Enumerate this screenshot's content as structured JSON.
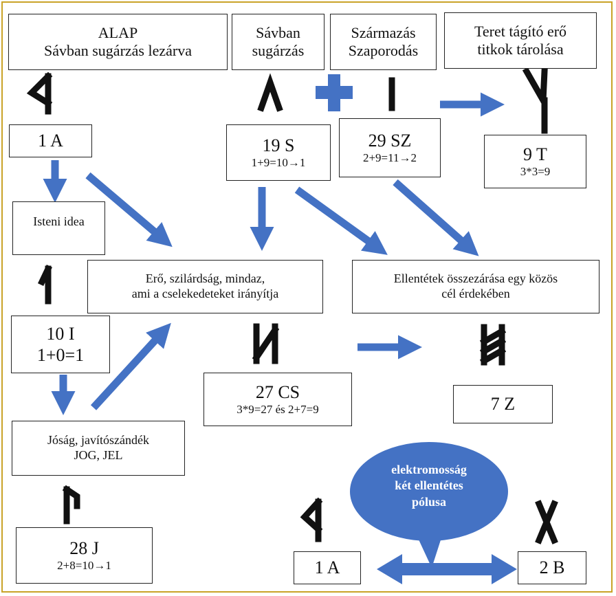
{
  "boxes": {
    "alap": {
      "line1": "ALAP",
      "line2": "Sávban sugárzás lezárva"
    },
    "savban": {
      "line1": "Sávban",
      "line2": "sugárzás"
    },
    "szarmazas": {
      "line1": "Származás",
      "line2": "Szaporodás"
    },
    "teret": {
      "line1": "Teret tágító erő",
      "line2": "titkok tárolása"
    },
    "a1": {
      "title": "1 A"
    },
    "s19": {
      "title": "19 S",
      "eq": "1+9=10→1"
    },
    "sz29": {
      "title": "29 SZ",
      "eq": "2+9=11→2"
    },
    "t9": {
      "title": "9 T",
      "eq": "3*3=9"
    },
    "isteni": {
      "text": "Isteni idea"
    },
    "ero": {
      "line1": "Erő, szilárdság, mindaz,",
      "line2": "ami a cselekedeteket irányítja"
    },
    "ellentetek": {
      "line1": "Ellentétek összezárása egy közös",
      "line2": "cél érdekében"
    },
    "i10": {
      "title": "10 I",
      "eq": "1+0=1"
    },
    "cs27": {
      "title": "27 CS",
      "eq": "3*9=27 és 2+7=9"
    },
    "z7": {
      "title": "7 Z"
    },
    "josag": {
      "line1": "Jóság, javítószándék",
      "line2": "JOG, JEL"
    },
    "j28": {
      "title": "28 J",
      "eq": "2+8=10→1"
    },
    "a1b": {
      "title": "1 A"
    },
    "b2": {
      "title": "2 B"
    }
  },
  "ellipse": {
    "line1": "elektromosság",
    "line2": "két ellentétes",
    "line3": "pólusa"
  },
  "colors": {
    "arrow": "#4472c4",
    "ellipse": "#4472c4",
    "rune": "#111111",
    "frame": "#c9a227"
  }
}
